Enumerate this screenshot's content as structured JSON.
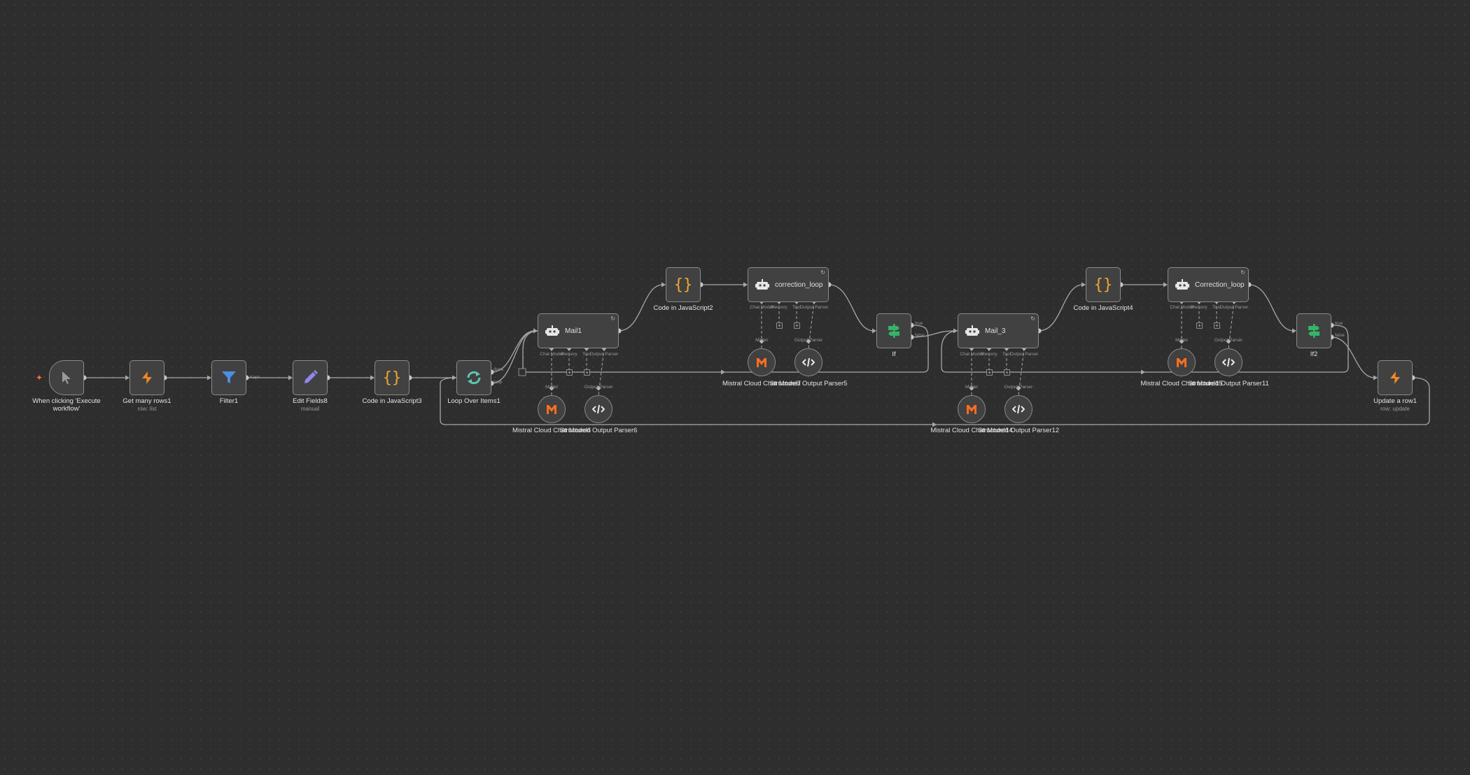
{
  "nodes": {
    "trigger": {
      "title": "When clicking 'Execute workflow'",
      "icon": "cursor-pointer-icon"
    },
    "get_rows": {
      "title": "Get many rows1",
      "subtitle": "row: list",
      "icon": "supabase-icon"
    },
    "filter": {
      "title": "Filter1",
      "icon": "filter-funnel-icon",
      "output_label": "Kept"
    },
    "edit_fields": {
      "title": "Edit Fields8",
      "subtitle": "manual",
      "icon": "pencil-icon"
    },
    "code3": {
      "title": "Code in JavaScript3",
      "icon": "curly-braces-icon"
    },
    "loop": {
      "title": "Loop Over Items1",
      "icon": "loop-arrows-icon",
      "output_done": "done",
      "output_loop": "loop"
    },
    "mail1": {
      "title": "Mail1",
      "icon": "robot-icon"
    },
    "code2": {
      "title": "Code in JavaScript2",
      "icon": "curly-braces-icon"
    },
    "correction1": {
      "title": "correction_loop",
      "icon": "robot-icon"
    },
    "if1": {
      "title": "If",
      "icon": "if-branch-icon",
      "output_true": "true",
      "output_false": "false"
    },
    "mail3": {
      "title": "Mail_3",
      "icon": "robot-icon"
    },
    "code4": {
      "title": "Code in JavaScript4",
      "icon": "curly-braces-icon"
    },
    "correction2": {
      "title": "Correction_loop",
      "icon": "robot-icon"
    },
    "if2": {
      "title": "If2",
      "icon": "if-branch-icon",
      "output_true": "true",
      "output_false": "false"
    },
    "update": {
      "title": "Update a row1",
      "subtitle": "row: update",
      "icon": "supabase-icon"
    }
  },
  "subnodes": {
    "model6": {
      "title": "Mistral Cloud Chat Model6",
      "icon": "mistral-icon"
    },
    "parser6": {
      "title": "Structured Output Parser6",
      "icon": "code-tag-icon"
    },
    "model7": {
      "title": "Mistral Cloud Chat Model7",
      "icon": "mistral-icon"
    },
    "parser5": {
      "title": "Structured Output Parser5",
      "icon": "code-tag-icon"
    },
    "model14": {
      "title": "Mistral Cloud Chat Model14",
      "icon": "mistral-icon"
    },
    "parser12": {
      "title": "Structured Output Parser12",
      "icon": "code-tag-icon"
    },
    "model15": {
      "title": "Mistral Cloud Chat Model15",
      "icon": "mistral-icon"
    },
    "parser11": {
      "title": "Structured Output Parser11",
      "icon": "code-tag-icon"
    }
  },
  "agent_slots": [
    "Chat Model",
    "Memory",
    "Tool",
    "Output Parser"
  ],
  "connector_labels": {
    "model": "Model",
    "output_parser": "Output Parser"
  },
  "colors": {
    "background": "#2e2e2e",
    "node_fill": "#414141",
    "node_border": "#8a8a8a",
    "wire": "#a8a8a8",
    "trigger_accent": "#ff6d3a",
    "supabase": "#f08a24",
    "filter": "#4e8de6",
    "pencil": "#8f86f0",
    "code": "#f0a830",
    "loop": "#5cc9b0",
    "if": "#35b36a",
    "mistral": "#ff6d1f"
  }
}
